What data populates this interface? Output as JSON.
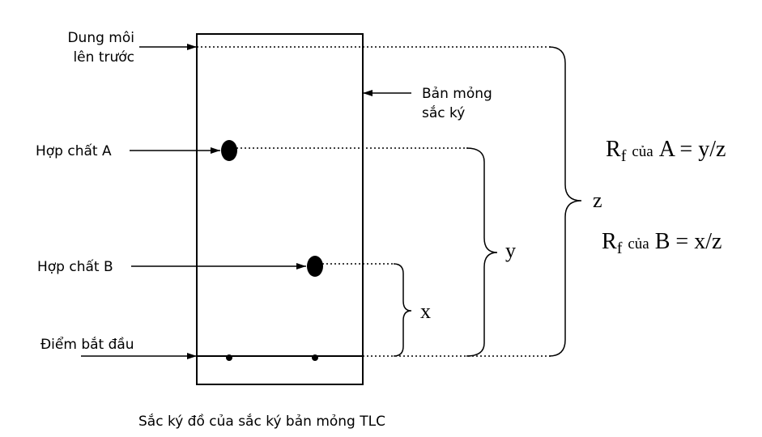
{
  "labels": {
    "solvent_front": [
      "Dung môi",
      "lên trước"
    ],
    "plate": [
      "Bản mỏng",
      "sắc ký"
    ],
    "compound_a": "Hợp chất A",
    "compound_b": "Hợp chất B",
    "start_point": "Điểm bắt đầu"
  },
  "distances": {
    "x": "x",
    "y": "y",
    "z": "z"
  },
  "formulas": {
    "a": {
      "r": "R",
      "sub": "f",
      "of": "của",
      "rhs": "A = y/z"
    },
    "b": {
      "r": "R",
      "sub": "f",
      "of": "của",
      "rhs": "B = x/z"
    }
  },
  "caption": "Sắc ký đồ của sắc ký bản mỏng TLC"
}
